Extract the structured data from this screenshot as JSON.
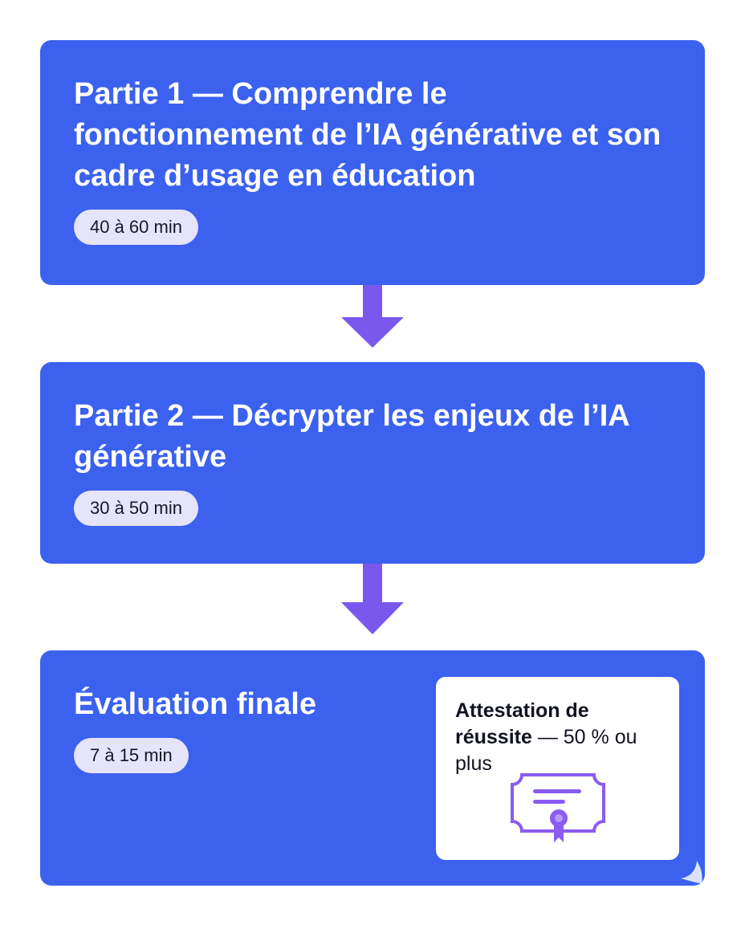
{
  "steps": [
    {
      "title": "Partie 1 — Comprendre le fonctionnement de l’IA générative et son cadre d’usage en éducation",
      "duration": "40 à 60 min"
    },
    {
      "title": "Partie 2 — Décrypter les enjeux de l’IA générative",
      "duration": "30 à 50 min"
    },
    {
      "title": "Évaluation finale",
      "duration": "7 à 15 min"
    }
  ],
  "certificate": {
    "label_strong": "Attestation de réussite",
    "label_rest": " — 50 % ou plus",
    "icon": "certificate-icon"
  },
  "colors": {
    "card_blue": "#3b61ee",
    "arrow_purple": "#7a58ee",
    "pill_bg": "#e6e4fb",
    "certificate_purple": "#8a5cf0"
  }
}
